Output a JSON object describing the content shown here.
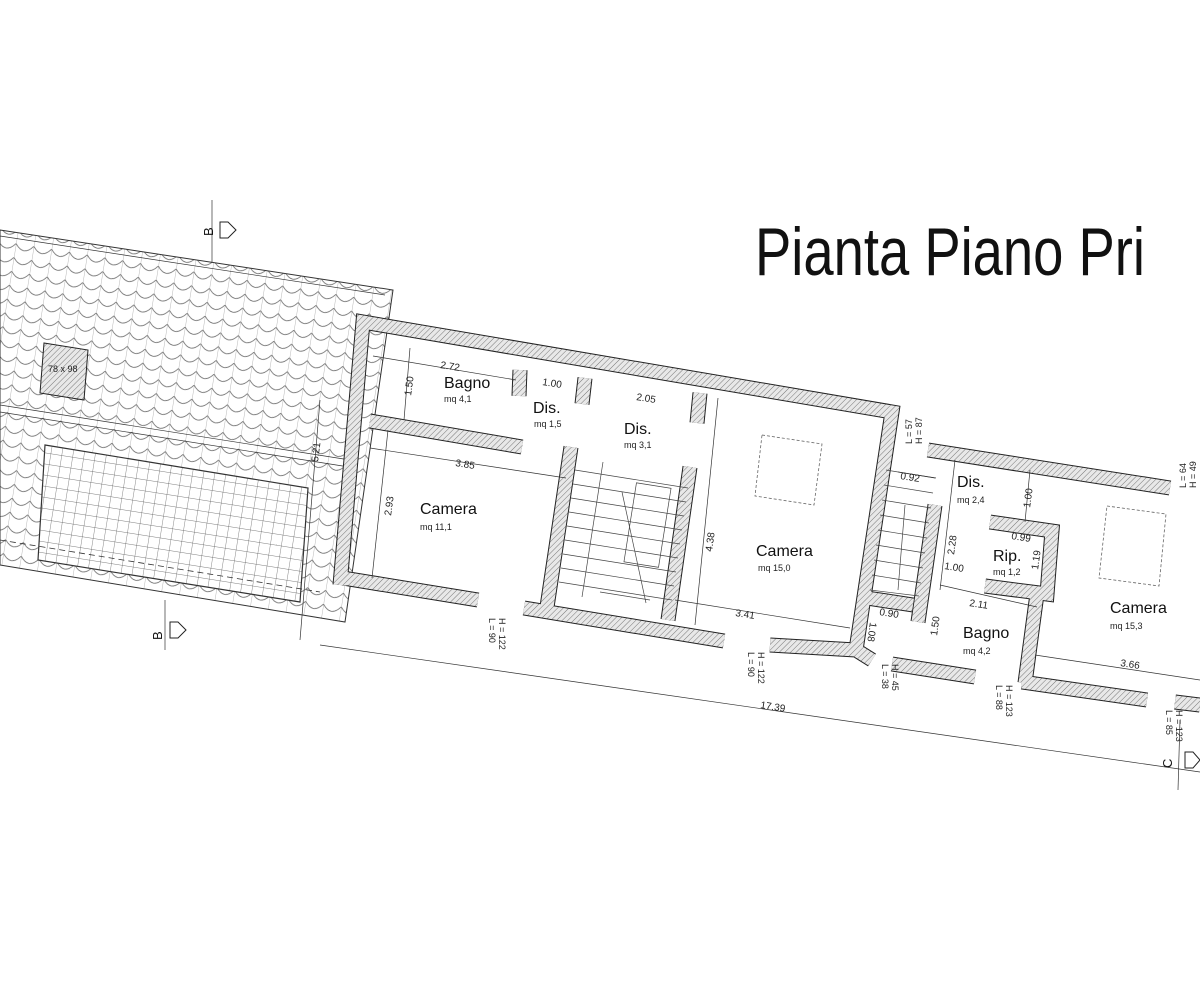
{
  "title": "Pianta Piano Pri",
  "skylight_label": "78 x 98",
  "rooms": [
    {
      "name": "Bagno",
      "area": "mq 4,1"
    },
    {
      "name": "Dis.",
      "area": "mq 1,5"
    },
    {
      "name": "Dis.",
      "area": "mq 3,1"
    },
    {
      "name": "Camera",
      "area": "mq 11,1"
    },
    {
      "name": "Camera",
      "area": "mq 15,0"
    },
    {
      "name": "Dis.",
      "area": "mq 2,4"
    },
    {
      "name": "Rip.",
      "area": "mq 1,2"
    },
    {
      "name": "Bagno",
      "area": "mq 4,2"
    },
    {
      "name": "Camera",
      "area": "mq 15,3"
    }
  ],
  "dimensions": {
    "bagno1_w": "2.72",
    "bagno1_h": "1.50",
    "dis1_w": "1.00",
    "dis2_w": "2.05",
    "camera1_w": "3.85",
    "camera1_h": "2.93",
    "camera2_h": "4.38",
    "camera2_w": "3.41",
    "stair_w": "0.92",
    "dis3_h": "2.28",
    "dis3_w": "1.00",
    "rip_w": "0.99",
    "rip_h": "1.19",
    "camera3_d": "1.00",
    "small_w": "0.90",
    "small_h": "1.08",
    "bagno2_w": "2.11",
    "bagno2_h": "1.50",
    "camera3_w": "3.66",
    "total_length": "17.39",
    "roof_depth": "5.21"
  },
  "windows": [
    {
      "L": "L = 90",
      "H": "H = 122"
    },
    {
      "L": "L = 90",
      "H": "H = 122"
    },
    {
      "L": "L = 38",
      "H": "H = 45"
    },
    {
      "L": "L = 88",
      "H": "H = 123"
    },
    {
      "L": "L = 85",
      "H": "H = 123"
    },
    {
      "L": "L = 57",
      "H": "H = 87"
    },
    {
      "L": "L = 64",
      "H": "H = 49"
    }
  ],
  "sections": {
    "b": "B",
    "c": "C"
  }
}
